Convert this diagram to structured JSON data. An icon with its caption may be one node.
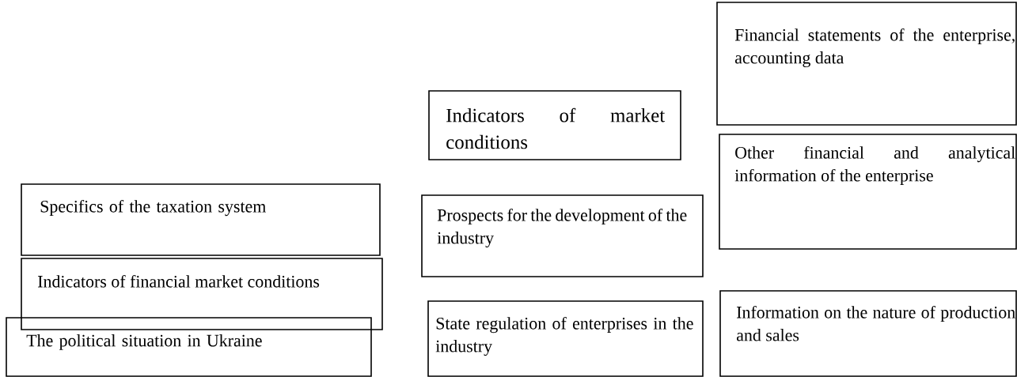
{
  "diagram": {
    "nodes": [
      {
        "text": [
          "Financial statements of the enterprise, accounting data"
        ]
      },
      {
        "text": [
          "Indicators of market conditions"
        ]
      },
      {
        "text": [
          "Other financial and analytical information of the enterprise"
        ]
      },
      {
        "text": [
          "Specifics of the taxation system"
        ]
      },
      {
        "text": [
          "Prospects for the development of the industry"
        ]
      },
      {
        "text": [
          "Indicators of financial market conditions"
        ]
      },
      {
        "text": [
          "Information on the nature of production and sales"
        ]
      },
      {
        "text": [
          "The political situation in Ukraine"
        ]
      },
      {
        "text": [
          "State regulation of enterprises in the industry"
        ]
      }
    ]
  }
}
